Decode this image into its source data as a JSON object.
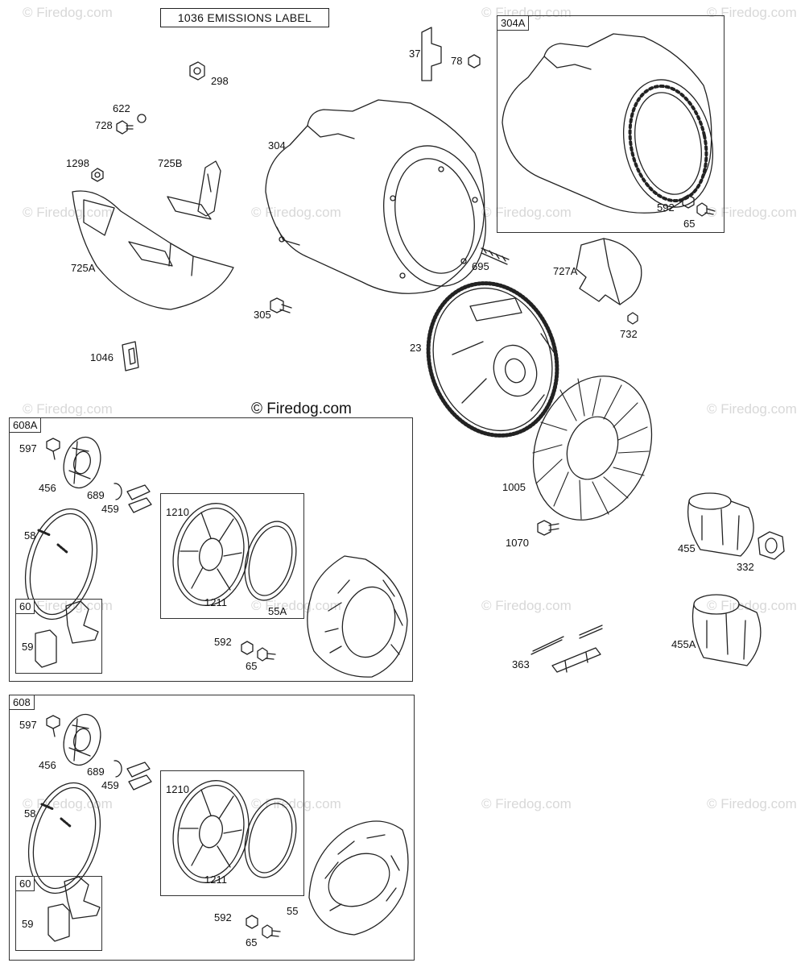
{
  "emissions_label": "1036 EMISSIONS LABEL",
  "copyright": "© Firedog.com",
  "watermark": "© Firedog.com",
  "boxes": {
    "b304A": "304A",
    "b608A": "608A",
    "b608": "608",
    "b60a": "60",
    "b60b": "60"
  },
  "labels": {
    "l298": "298",
    "l622": "622",
    "l728": "728",
    "l1298": "1298",
    "l725B": "725B",
    "l725A": "725A",
    "l1046": "1046",
    "l305": "305",
    "l304": "304",
    "l37": "37",
    "l78": "78",
    "l592t": "592",
    "l65t": "65",
    "l695": "695",
    "l727A": "727A",
    "l732": "732",
    "l23": "23",
    "l1005": "1005",
    "l1070": "1070",
    "l455": "455",
    "l332": "332",
    "l455A": "455A",
    "l363": "363",
    "a597": "597",
    "a456": "456",
    "a689": "689",
    "a459": "459",
    "a58": "58",
    "a1210": "1210",
    "a1211": "1211",
    "a59": "59",
    "a592": "592",
    "a55A": "55A",
    "a65": "65",
    "c597": "597",
    "c456": "456",
    "c689": "689",
    "c459": "459",
    "c58": "58",
    "c1210": "1210",
    "c1211": "1211",
    "c59": "59",
    "c592": "592",
    "c55": "55",
    "c65": "65"
  },
  "colors": {
    "line": "#222222",
    "watermark": "#d8d8d8",
    "background": "#ffffff"
  }
}
